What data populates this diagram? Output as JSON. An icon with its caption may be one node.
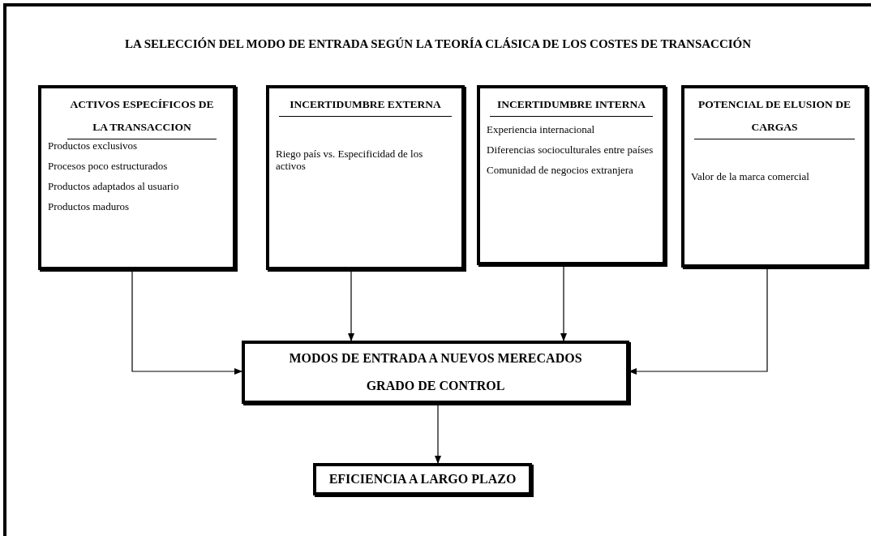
{
  "diagram": {
    "title": "LA SELECCIÓN DEL MODO DE ENTRADA SEGÚN LA TEORÍA CLÁSICA DE LOS COSTES DE TRANSACCIÓN",
    "nodes": [
      {
        "text": [
          "ACTIVOS ESPECÍFICOS DE LA TRANSACCION",
          "Productos exclusivos",
          "Procesos poco estructurados",
          "Productos adaptados al usuario",
          "Productos maduros"
        ]
      },
      {
        "text": [
          "INCERTIDUMBRE EXTERNA",
          "Riego país vs. Especificidad de los activos"
        ]
      },
      {
        "text": [
          "INCERTIDUMBRE INTERNA",
          "Experiencia internacional",
          "Diferencias socioculturales entre países",
          "Comunidad de negocios extranjera"
        ]
      },
      {
        "text": [
          "POTENCIAL DE ELUSION DE CARGAS",
          "Valor de la marca comercial"
        ]
      },
      {
        "text": [
          "MODOS DE ENTRADA A NUEVOS MERECADOS",
          "GRADO DE CONTROL"
        ]
      },
      {
        "text": [
          "EFICIENCIA A LARGO PLAZO"
        ]
      }
    ],
    "edges": [
      {
        "from": 0,
        "to": 4,
        "arrow": "to"
      },
      {
        "from": 1,
        "to": 4,
        "arrow": "to"
      },
      {
        "from": 2,
        "to": 4,
        "arrow": "to"
      },
      {
        "from": 3,
        "to": 4,
        "arrow": "to"
      },
      {
        "from": 4,
        "to": 5,
        "arrow": "to"
      }
    ]
  }
}
